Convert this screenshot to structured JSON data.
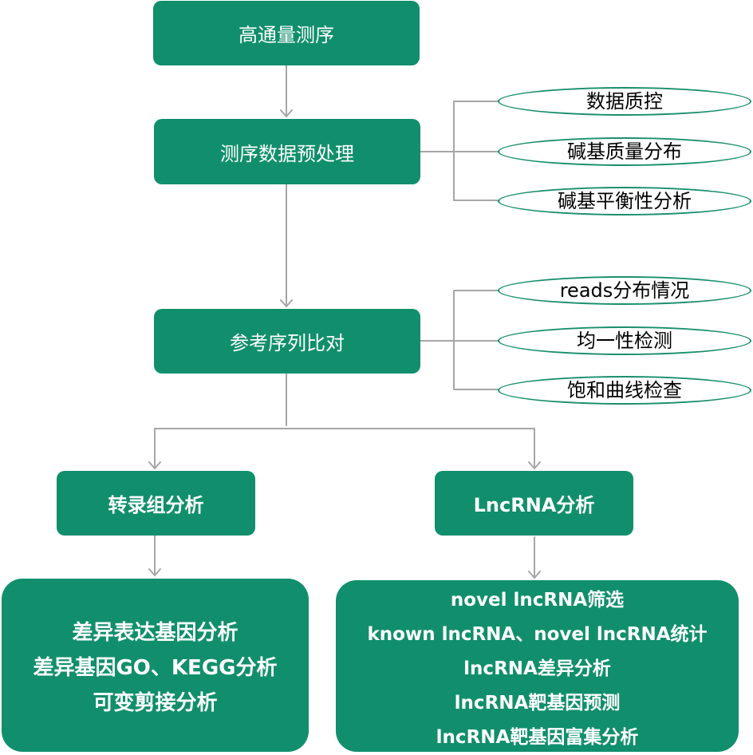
{
  "colors": {
    "box_fill": "#118f6c",
    "pill_border": "#1a8f6c",
    "wire": "#a6a6a6"
  },
  "nodes": {
    "sequencing": "高通量测序",
    "preprocess": "测序数据预处理",
    "alignment": "参考序列比对",
    "transcriptome": "转录组分析",
    "lncrna": "LncRNA分析"
  },
  "qc_items": [
    "数据质控",
    "碱基质量分布",
    "碱基平衡性分析"
  ],
  "alignment_items": [
    "reads分布情况",
    "均一性检测",
    "饱和曲线检查"
  ],
  "transcriptome_results": [
    "差异表达基因分析",
    "差异基因GO、KEGG分析",
    "可变剪接分析"
  ],
  "lncrna_results": [
    "novel lncRNA筛选",
    "known lncRNA、novel lncRNA统计",
    "lncRNA差异分析",
    "lncRNA靶基因预测",
    "lncRNA靶基因富集分析"
  ]
}
